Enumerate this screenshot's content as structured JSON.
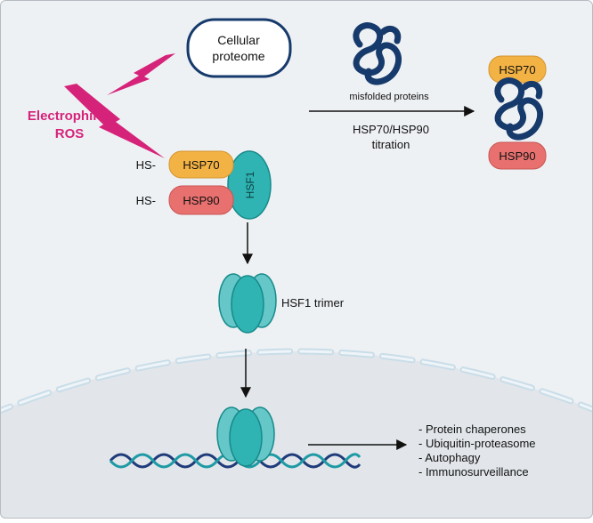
{
  "colors": {
    "background": "#eef1f4",
    "nucleus": "#e2e6ea",
    "stressor": "#d6237a",
    "hsp70": "#f3b244",
    "hsp90": "#e8716f",
    "hsf1": "#2fb3b3",
    "protein": "#163a6b",
    "dna_a": "#1f3b7a",
    "dna_b": "#1e9aa5",
    "membrane": "#c9dde8"
  },
  "proteome": {
    "line1": "Cellular",
    "line2": "proteome"
  },
  "stressors": {
    "line1": "Electrophiles",
    "line2": "ROS"
  },
  "misfolded_label": "misfolded proteins",
  "titration": {
    "line1": "HSP70/HSP90",
    "line2": "titration"
  },
  "complex": {
    "hs1": "HS-",
    "hs2": "HS-",
    "hsp70": "HSP70",
    "hsp90": "HSP90",
    "hsf1": "HSF1"
  },
  "bound": {
    "hsp70": "HSP70",
    "hsp90": "HSP90"
  },
  "trimer_label": "HSF1 trimer",
  "outcomes": [
    "- Protein chaperones",
    "- Ubiquitin-proteasome",
    "- Autophagy",
    "- Immunosurveillance"
  ],
  "icons": [
    "lightning-bolt-icon",
    "misfolded-protein-icon",
    "hsf1-trimer-icon",
    "dna-helix-icon",
    "arrow-icon"
  ]
}
